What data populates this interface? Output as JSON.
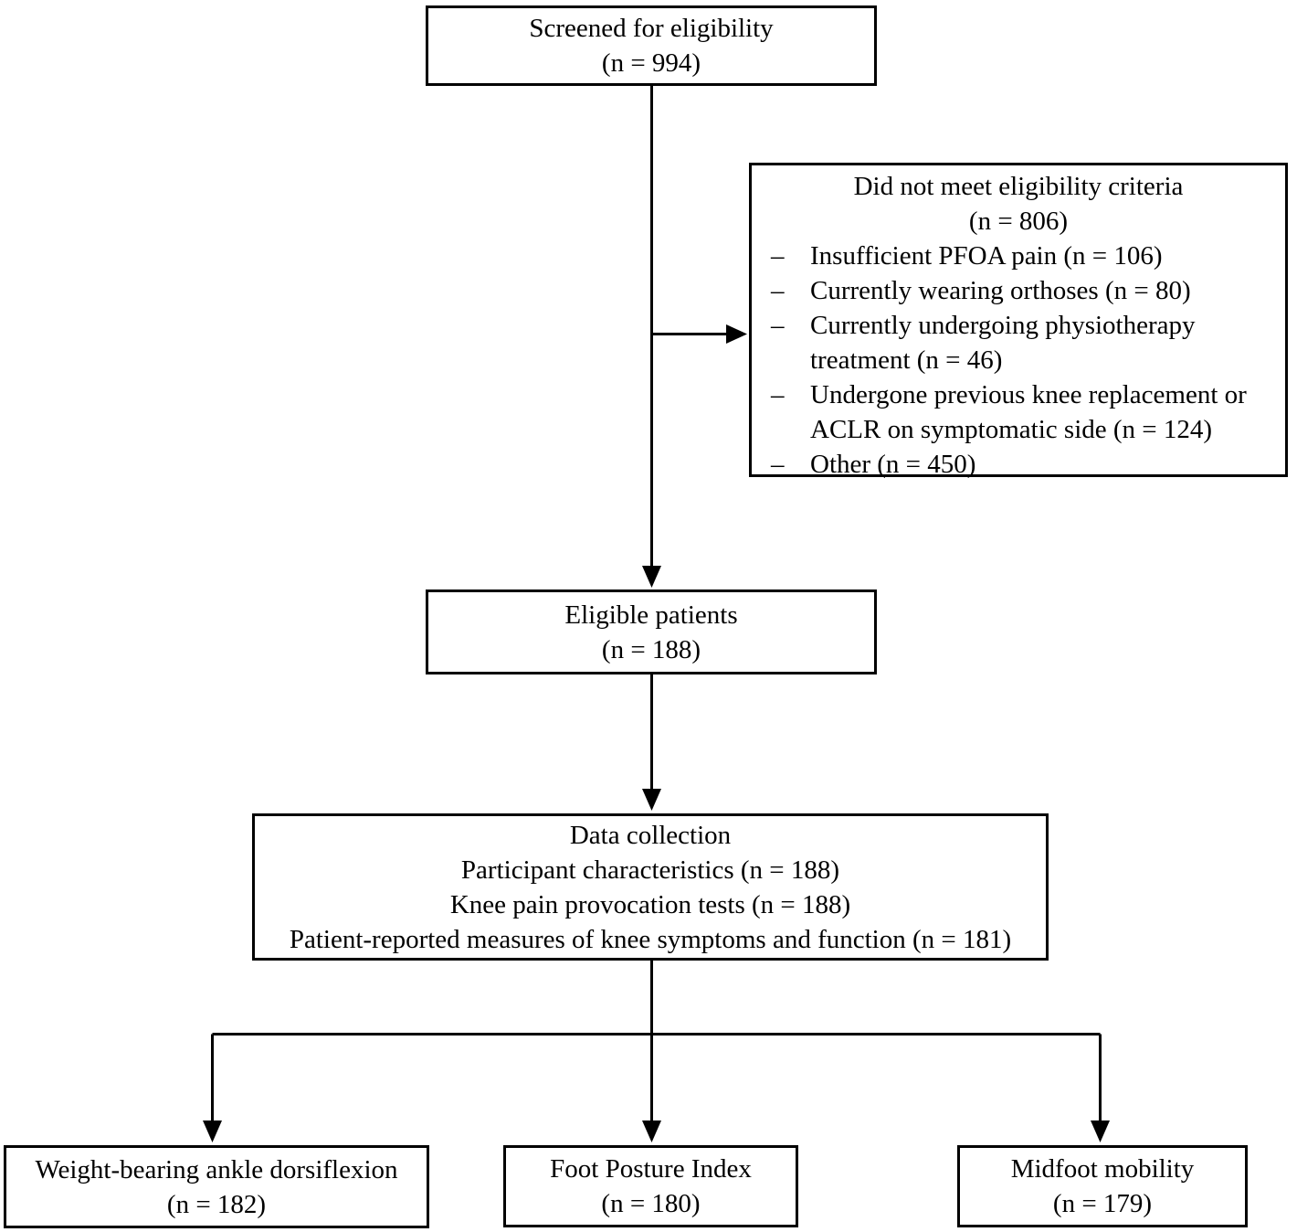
{
  "diagram": {
    "screened": {
      "title": "Screened for eligibility",
      "count": "(n = 994)"
    },
    "excluded": {
      "title": "Did not meet eligibility criteria",
      "count": "(n = 806)",
      "bullet": "–",
      "items": [
        "Insufficient PFOA pain (n = 106)",
        "Currently wearing orthoses (n = 80)",
        "Currently undergoing physiotherapy treatment (n = 46)",
        "Undergone previous knee replacement or ACLR on symptomatic side (n = 124)",
        "Other (n = 450)"
      ]
    },
    "eligible": {
      "title": "Eligible patients",
      "count": "(n = 188)"
    },
    "data_collection": {
      "title": "Data collection",
      "lines": [
        "Participant characteristics (n = 188)",
        "Knee pain provocation tests (n = 188)",
        "Patient-reported measures of knee symptoms and function (n = 181)"
      ]
    },
    "outcomes": [
      {
        "title": "Weight-bearing ankle dorsiflexion",
        "count": "(n = 182)"
      },
      {
        "title": "Foot Posture Index",
        "count": "(n = 180)"
      },
      {
        "title": "Midfoot mobility",
        "count": "(n = 179)"
      }
    ],
    "colors": {
      "line": "#000000",
      "text": "#000000",
      "background": "#ffffff"
    }
  }
}
